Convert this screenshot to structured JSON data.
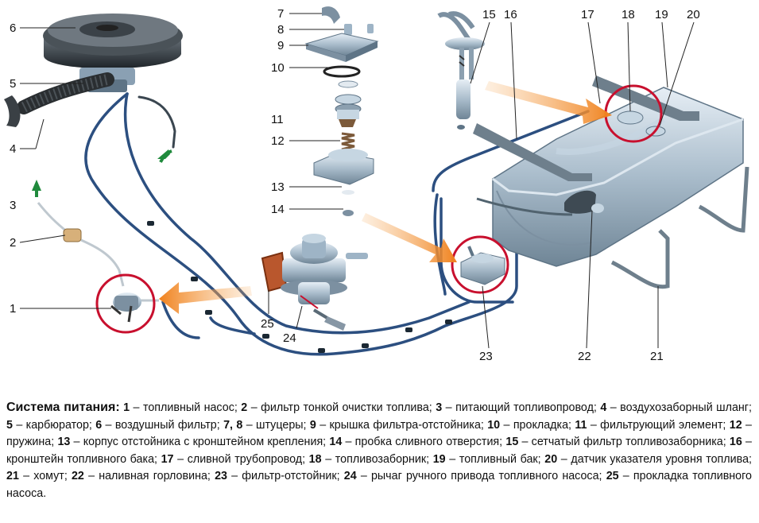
{
  "callouts": {
    "n1": "1",
    "n2": "2",
    "n3": "3",
    "n4": "4",
    "n5": "5",
    "n6": "6",
    "n7": "7",
    "n8": "8",
    "n9": "9",
    "n10": "10",
    "n11": "11",
    "n12": "12",
    "n13": "13",
    "n14": "14",
    "n15": "15",
    "n16": "16",
    "n17": "17",
    "n18": "18",
    "n19": "19",
    "n20": "20",
    "n21": "21",
    "n22": "22",
    "n23": "23",
    "n24": "24",
    "n25": "25"
  },
  "caption": {
    "title": "Система питания:",
    "items": [
      {
        "num": "1",
        "text": " – топливный насос; "
      },
      {
        "num": "2",
        "text": " – фильтр тонкой очистки топлива; "
      },
      {
        "num": "3",
        "text": " – питающий топливопровод; "
      },
      {
        "num": "4",
        "text": " – воздухозаборный шланг; "
      },
      {
        "num": "5",
        "text": " – карбюратор; "
      },
      {
        "num": "6",
        "text": " – воздушный фильтр; "
      },
      {
        "num": "7, 8",
        "text": " – штуцеры; "
      },
      {
        "num": "9",
        "text": " – крышка фильтра-отстойника; "
      },
      {
        "num": "10",
        "text": " – прокладка; "
      },
      {
        "num": "11",
        "text": " – фильтрующий элемент; "
      },
      {
        "num": "12",
        "text": " – пружина; "
      },
      {
        "num": "13",
        "text": " – корпус отстойника с кронштейном крепления; "
      },
      {
        "num": "14",
        "text": " – пробка сливного отверстия; "
      },
      {
        "num": "15",
        "text": " – сетчатый фильтр топливозаборника; "
      },
      {
        "num": "16",
        "text": " – кронштейн топливного бака; "
      },
      {
        "num": "17",
        "text": " – сливной трубопровод; "
      },
      {
        "num": "18",
        "text": " – топливозаборник; "
      },
      {
        "num": "19",
        "text": " – топливный бак; "
      },
      {
        "num": "20",
        "text": " – датчик указателя уровня топлива; "
      },
      {
        "num": "21",
        "text": " – хомут; "
      },
      {
        "num": "22",
        "text": " – наливная горловина; "
      },
      {
        "num": "23",
        "text": " – фильтр-отстойник; "
      },
      {
        "num": "24",
        "text": " – рычаг ручного привода топливного насоса; "
      },
      {
        "num": "25",
        "text": " – прокладка топливного насоса."
      }
    ]
  },
  "colors": {
    "highlight_circle": "#c8102e",
    "flow_arrow": "#f0821e",
    "return_arrow": "#1f8a3c",
    "fuel_line": "#1f3f6e",
    "metal": "#9eb4c6",
    "dark_metal": "#3a4650"
  }
}
